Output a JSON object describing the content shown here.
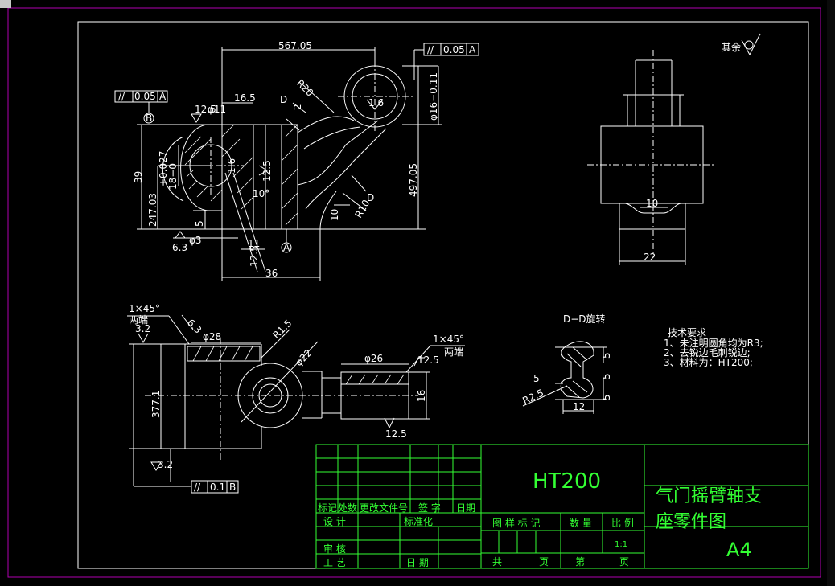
{
  "colors": {
    "background": "#000000",
    "lines": "#ffffff",
    "title_block": "#33ff33",
    "frame": "#b000b0"
  },
  "roughness": {
    "other_label": "其余"
  },
  "view_main": {
    "dim_top": "567.05",
    "dim_16_5": "16.5",
    "dim_diam11": "φ11",
    "dim_12_5": "12.5",
    "dim_39": "39",
    "dim_tol": "+0.027",
    "dim_18": "18−0",
    "dim_247": "247.03",
    "dim_5": "5",
    "dim_diam3": "φ3",
    "dim_6_3": "6.3",
    "dim_11": "11",
    "dim_36": "36",
    "dim_10deg": "10°",
    "dim_10": "10",
    "dim_r10": "R10",
    "dim_r20": "R20",
    "dim_2": "2",
    "dim_497": "497.05",
    "dim_phi16": "φ16−0.11",
    "dim_1_6a": "1.6",
    "dim_1_6b": "1.6",
    "dim_12_5b": "12.5",
    "dim_12_5c": "12.5",
    "section_d1": "D",
    "section_d2": "D",
    "tol_left_sym": "//",
    "tol_left_val": "0.05",
    "tol_left_ref": "A",
    "tol_right_sym": "//",
    "tol_right_val": "0.05",
    "tol_right_ref": "A",
    "datum_b": "B",
    "datum_a": "A"
  },
  "view_side": {
    "dim_10": "10",
    "dim_22": "22"
  },
  "view_top": {
    "chamfer_left": "1×45°",
    "both_ends_left": "两端",
    "rough_3_2a": "3.2",
    "dim_6_3": "6.3",
    "dim_phi28": "φ28",
    "dim_r1_5": "R1.5",
    "dim_phi22": "φ22",
    "chamfer_right": "1×45°",
    "both_ends_right": "两端",
    "dim_12_5": "12.5",
    "dim_phi26": "φ26",
    "dim_16": "16",
    "dim_377": "377.1",
    "rough_3_2b": "3.2",
    "rough_12_5": "12.5",
    "tol_sym": "//",
    "tol_val": "0.1",
    "tol_ref": "B"
  },
  "section_dd": {
    "title": "D−D旋转",
    "dim_5a": "5",
    "dim_5b": "5",
    "dim_5c": "5",
    "dim_r2_5": "R2.5",
    "dim_12": "12"
  },
  "notes": {
    "title": "技术要求",
    "line1": "1、未注明圆角均为R3;",
    "line2": "2、去锐边毛刺锐边;",
    "line3": "3、材料为：HT200;"
  },
  "title_block": {
    "material": "HT200",
    "part_name_1": "气门摇臂轴支",
    "part_name_2": "座零件图",
    "sheet_size": "A4",
    "h_mark": "标记",
    "h_count": "处数",
    "h_change": "更改文件号",
    "h_sign": "签 字",
    "h_date": "日期",
    "design": "设 计",
    "standard": "标准化",
    "review": "审 核",
    "process": "工 艺",
    "date": "日 期",
    "drawing_mark": "图 样 标 记",
    "quantity": "数 量",
    "scale_label": "比 例",
    "scale_value": "1:1",
    "total": "共",
    "pages1": "页",
    "sheet_no": "第",
    "pages2": "页"
  }
}
